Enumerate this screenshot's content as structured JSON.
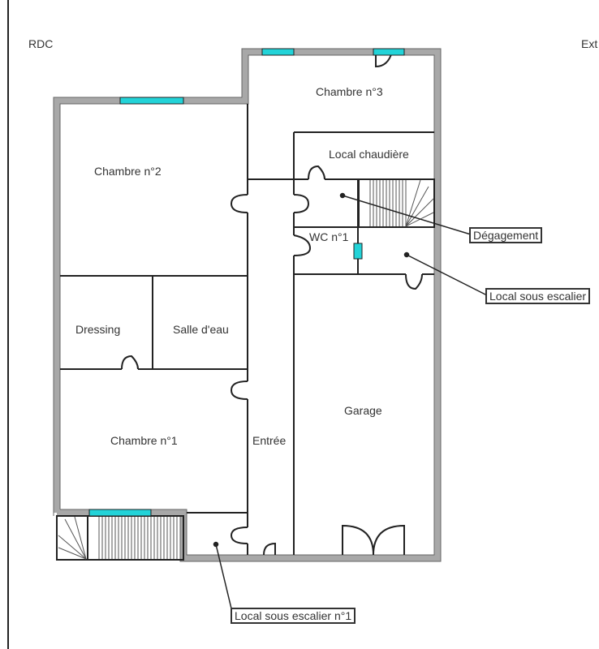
{
  "level_label": "RDC",
  "corner_label": "Ext",
  "rooms": {
    "chambre3": "Chambre n°3",
    "chambre2": "Chambre n°2",
    "chambre1": "Chambre n°1",
    "local_chaudiere": "Local chaudière",
    "wc1": "WC n°1",
    "dressing": "Dressing",
    "salle_eau": "Salle d'eau",
    "garage": "Garage",
    "entree": "Entrée"
  },
  "callouts": {
    "degagement": "Dégagement",
    "local_sous_escalier": "Local sous escalier",
    "local_sous_escalier_1": "Local sous escalier n°1"
  },
  "colors": {
    "wall": "#a8a8a8",
    "window": "#22d3d8",
    "line": "#222222"
  }
}
